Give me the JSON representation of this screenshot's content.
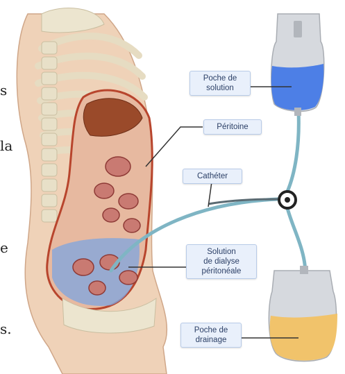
{
  "labels": {
    "poche_solution": [
      "Poche de",
      "solution"
    ],
    "peritoine": "Péritoine",
    "catheter": "Cathéter",
    "solution_dialyse": [
      "Solution",
      "de dialyse",
      "péritonéale"
    ],
    "poche_drainage": [
      "Poche de",
      "drainage"
    ]
  },
  "side_fragments": [
    "s",
    "la",
    "e",
    "s."
  ],
  "colors": {
    "solution": "#4d7fe6",
    "drainage": "#f1c36b",
    "tube": "#7fb5c4",
    "label_bg": "#e9f0fb",
    "label_border": "#b8cbe8"
  }
}
